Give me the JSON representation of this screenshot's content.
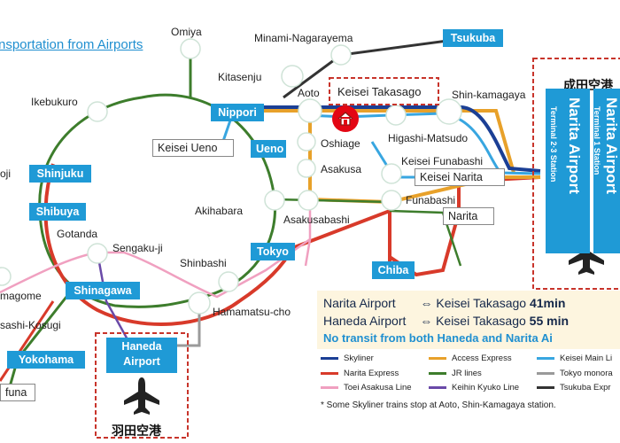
{
  "title": "nsportation from Airports",
  "stations": {
    "omiya": "Omiya",
    "minami_nagarayema": "Minami-Nagarayema",
    "kitasenju": "Kitasenju",
    "ikebukuro": "Ikebukuro",
    "aoto": "Aoto",
    "oshiage": "Oshiage",
    "asakusa": "Asakusa",
    "higashi_matsudo": "Higashi-Matsudo",
    "shin_kamagaya": "Shin-kamagaya",
    "keisei_funabashi": "Keisei Funabashi",
    "funabashi": "Funabashi",
    "akihabara": "Akihabara",
    "asakusabashi": "Asakusabashi",
    "gotanda": "Gotanda",
    "sengaku_ji": "Sengaku-ji",
    "shinbashi": "Shinbashi",
    "hamamatsu_cho": "Hamamatsu-cho",
    "magome": "magome",
    "musashi_kosugi": "sashi-Kosugi",
    "ofuna": "funa",
    "joji": "oji"
  },
  "boxes": {
    "tsukuba": "Tsukuba",
    "nippori": "Nippori",
    "ueno": "Ueno",
    "shinjuku": "Shinjuku",
    "shibuya": "Shibuya",
    "tokyo": "Tokyo",
    "chiba": "Chiba",
    "shinagawa": "Shinagawa",
    "yokohama": "Yokohama",
    "haneda_airport": "Haneda\nAirport",
    "keisei_takasago": "Keisei Takasago",
    "keisei_ueno": "Keisei Ueno",
    "keisei_narita": "Keisei Narita",
    "narita": "Narita"
  },
  "narita": {
    "jp_label": "成田空港",
    "airport": "Narita Airport",
    "t1": "Terminal 1 Station",
    "t23": "Terminal 2·3 Station",
    "airport_cut": "Narita Airport"
  },
  "haneda": {
    "jp_label": "羽田空港"
  },
  "info": {
    "row1_from": "Narita Airport",
    "row1_to": "⇔ Keisei Takasago",
    "row1_time": "41min",
    "row2_from": "Haneda Airport",
    "row2_to": "⇔ Keisei Takasago",
    "row2_time": "55 min",
    "row3": "No transit from both Haneda and Narita Ai"
  },
  "legend": {
    "skyliner": {
      "label": "Skyliner",
      "color": "#1b3f95"
    },
    "access_express": {
      "label": "Access Express",
      "color": "#e8a12a"
    },
    "keisei_main": {
      "label": "Keisei Main Li",
      "color": "#38a6e0"
    },
    "narita_express": {
      "label": "Narita Express",
      "color": "#d83a2a"
    },
    "jr_lines": {
      "label": "JR lines",
      "color": "#3d7d2c"
    },
    "tokyo_monorail": {
      "label": "Tokyo monora",
      "color": "#9a9a9a"
    },
    "toei_asakusa": {
      "label": "Toei Asakusa Line",
      "color": "#f0a0c0"
    },
    "keihin_kyuko": {
      "label": "Keihin Kyuko Line",
      "color": "#6a4aa8"
    },
    "tsukuba_express": {
      "label": "Tsukuba Expr",
      "color": "#333333"
    }
  },
  "note": "* Some Skyliner trains stop at Aoto, Shin-Kamagaya station."
}
